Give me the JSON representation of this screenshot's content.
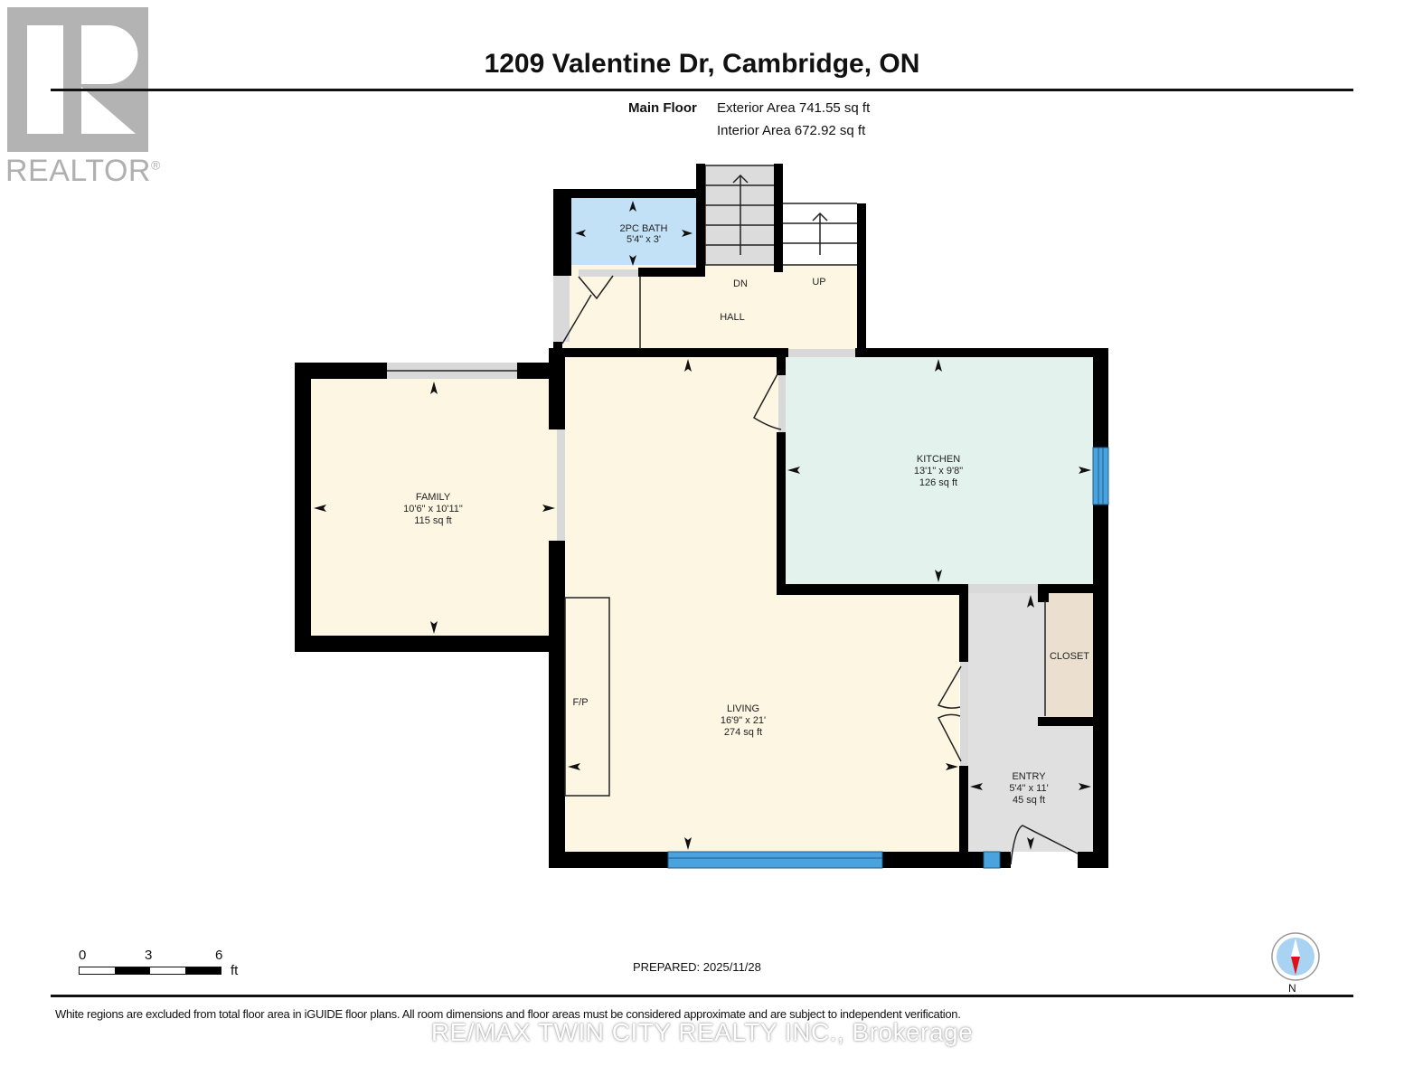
{
  "logo": {
    "text": "REALTOR",
    "mark": "®",
    "icon": "realtor-r-logo"
  },
  "header": {
    "title": "1209 Valentine Dr, Cambridge, ON",
    "floor": "Main Floor",
    "exterior_area": "Exterior Area 741.55 sq ft",
    "interior_area": "Interior Area 672.92 sq ft"
  },
  "rooms": {
    "bath": {
      "name": "2PC BATH",
      "dims": "5'4\" x 3'",
      "area": "",
      "color": "#c2e1f7"
    },
    "hall": {
      "name": "HALL",
      "dims": "",
      "area": "",
      "color": "#fdf6e3"
    },
    "family": {
      "name": "FAMILY",
      "dims": "10'6\" x 10'11\"",
      "area": "115 sq ft",
      "color": "#fdf6e3"
    },
    "kitchen": {
      "name": "KITCHEN",
      "dims": "13'1\" x 9'8\"",
      "area": "126 sq ft",
      "color": "#e3f2ec"
    },
    "living": {
      "name": "LIVING",
      "dims": "16'9\" x 21'",
      "area": "274 sq ft",
      "color": "#fdf6e3"
    },
    "entry": {
      "name": "ENTRY",
      "dims": "5'4\" x 11'",
      "area": "45 sq ft",
      "color": "#e0e0e0"
    },
    "closet": {
      "name": "CLOSET",
      "dims": "",
      "area": "",
      "color": "#ebe0d0"
    }
  },
  "labels": {
    "stairs_down": "DN",
    "stairs_up": "UP",
    "fireplace": "F/P"
  },
  "colors": {
    "wall": "#000000",
    "window": "#4aa3df",
    "opening": "#d9d9d9",
    "stairs_down_fill": "#dcdcdc"
  },
  "scale": {
    "ticks": [
      "0",
      "3",
      "6"
    ],
    "unit": "ft"
  },
  "prepared": "PREPARED: 2025/11/28",
  "compass": {
    "label": "N"
  },
  "footer": {
    "disclaimer": "White regions are excluded from total floor area in iGUIDE floor plans. All room dimensions and floor areas must be considered approximate and are subject to independent verification.",
    "brokerage": "RE/MAX TWIN CITY REALTY INC., Brokerage"
  }
}
